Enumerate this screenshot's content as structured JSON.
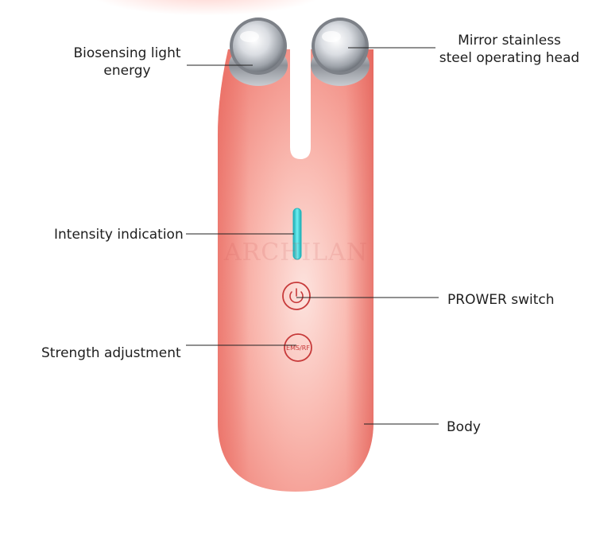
{
  "brand": {
    "watermark": "ARCHILAN"
  },
  "labels": {
    "biosensing_line1": "Biosensing light",
    "biosensing_line2": "energy",
    "mirror_line1": "Mirror stainless",
    "mirror_line2": "steel operating head",
    "intensity": "Intensity indication",
    "power": "PROWER switch",
    "strength": "Strength adjustment",
    "body": "Body"
  },
  "buttons": {
    "mode_label": "EMS/RF"
  },
  "colors": {
    "body": "#f5938a",
    "body_highlight": "#fde3de",
    "indicator": "#36d2d6",
    "button_ring": "#c73a3a",
    "leader_line": "#222222"
  },
  "icons": {
    "power": "power-icon",
    "head_left": "steel-head",
    "head_right": "steel-head"
  }
}
